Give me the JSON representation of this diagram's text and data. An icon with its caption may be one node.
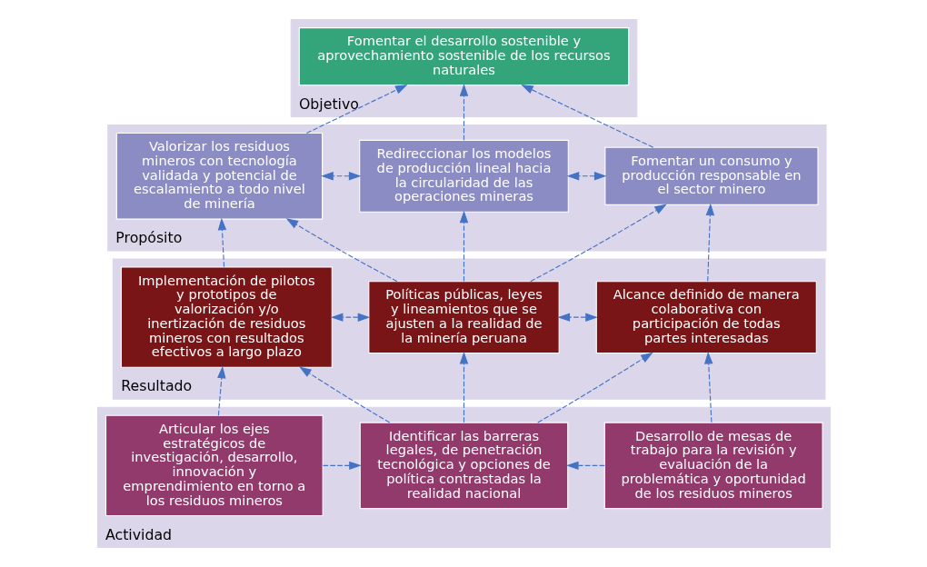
{
  "diagram": {
    "nodes": [
      {
        "text": [
          "Objetivo"
        ]
      },
      {
        "text": [
          "Fomentar el desarrollo sostenible y aprovechamiento sostenible de los recursos naturales"
        ],
        "in": 0
      },
      {
        "text": [
          "Propósito"
        ]
      },
      {
        "text": [
          "Fomentar un consumo y producción responsable en el sector minero"
        ],
        "in": 2
      },
      {
        "text": [
          "Redireccionar los modelos de producción lineal hacia la circularidad de las operaciones mineras"
        ],
        "in": 2
      },
      {
        "text": [
          "Valorizar los residuos mineros con tecnología validada y potencial de escalamiento a todo nivel de minería"
        ],
        "in": 2
      },
      {
        "text": [
          "Resultado"
        ]
      },
      {
        "text": [
          "Alcance definido de manera colaborativa con participación de todas partes interesadas"
        ],
        "in": 6
      },
      {
        "text": [
          "Políticas públicas, leyes y lineamientos que se ajusten a la realidad de la minería peruana"
        ],
        "in": 6
      },
      {
        "text": [
          "Implementación de pilotos y prototipos de valorización y/o inertización de residuos mineros con resultados efectivos a largo plazo"
        ],
        "in": 6
      },
      {
        "text": [
          "Actividad"
        ]
      },
      {
        "text": [
          "Desarrollo de mesas de trabajo para la revisión y evaluación de la problemática y oportunidad de los residuos mineros"
        ],
        "in": 10
      },
      {
        "text": [
          "Identificar las barreras legales, de penetración tecnológica y opciones de política contrastadas la realidad nacional"
        ],
        "in": 10
      },
      {
        "text": [
          "Articular los ejes estratégicos de investigación, desarrollo, innovación y emprendimiento en torno a los residuos mineros"
        ],
        "in": 10
      }
    ],
    "edges": [
      {
        "from": 3,
        "to": 1,
        "arrow": "to",
        "style": "dashed"
      },
      {
        "from": 4,
        "to": 1,
        "arrow": "to",
        "style": "dashed"
      },
      {
        "from": 5,
        "to": 1,
        "arrow": "to",
        "style": "dashed"
      },
      {
        "from": 3,
        "to": 4,
        "arrow": "both",
        "style": "dashed"
      },
      {
        "from": 4,
        "to": 5,
        "arrow": "both",
        "style": "dashed"
      },
      {
        "from": 7,
        "to": 3,
        "arrow": "to",
        "style": "dashed"
      },
      {
        "from": 8,
        "to": 3,
        "arrow": "to",
        "style": "dashed"
      },
      {
        "from": 8,
        "to": 4,
        "arrow": "to",
        "style": "dashed"
      },
      {
        "from": 8,
        "to": 5,
        "arrow": "to",
        "style": "dashed"
      },
      {
        "from": 9,
        "to": 5,
        "arrow": "to",
        "style": "dashed"
      },
      {
        "from": 7,
        "to": 8,
        "arrow": "both",
        "style": "dashed"
      },
      {
        "from": 8,
        "to": 9,
        "arrow": "both",
        "style": "dashed"
      },
      {
        "from": 11,
        "to": 7,
        "arrow": "to",
        "style": "dashed"
      },
      {
        "from": 12,
        "to": 7,
        "arrow": "to",
        "style": "dashed"
      },
      {
        "from": 12,
        "to": 8,
        "arrow": "to",
        "style": "dashed"
      },
      {
        "from": 12,
        "to": 9,
        "arrow": "to",
        "style": "dashed"
      },
      {
        "from": 13,
        "to": 9,
        "arrow": "to",
        "style": "dashed"
      },
      {
        "from": 11,
        "to": 12,
        "arrow": "to",
        "style": "dashed"
      },
      {
        "from": 13,
        "to": 12,
        "arrow": "to",
        "style": "dashed"
      }
    ]
  }
}
